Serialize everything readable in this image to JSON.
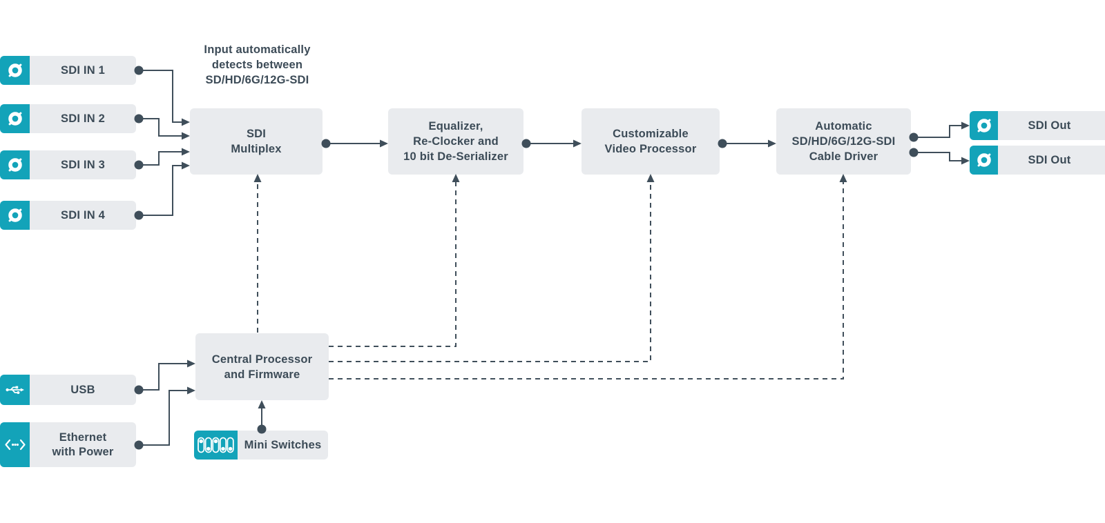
{
  "palette": {
    "accent_teal": "#13a3b9",
    "block_background": "#e9ebee",
    "wire_color": "#3f4e5a",
    "text_color": "#3c4b57",
    "canvas_background": "#ffffff"
  },
  "annotation": {
    "lines": [
      "Input automatically",
      "detects between",
      "SD/HD/6G/12G-SDI"
    ]
  },
  "inputs": [
    {
      "label": "SDI IN 1",
      "icon": "sdi-connector"
    },
    {
      "label": "SDI IN 2",
      "icon": "sdi-connector"
    },
    {
      "label": "SDI IN 3",
      "icon": "sdi-connector"
    },
    {
      "label": "SDI IN 4",
      "icon": "sdi-connector"
    }
  ],
  "blocks": {
    "sdi_multiplex": {
      "lines": [
        "SDI",
        "Multiplex"
      ]
    },
    "equalizer": {
      "lines": [
        "Equalizer,",
        "Re-Clocker and",
        "10 bit De-Serializer"
      ]
    },
    "video_processor": {
      "lines": [
        "Customizable",
        "Video Processor"
      ]
    },
    "cable_driver": {
      "lines": [
        "Automatic",
        "SD/HD/6G/12G-SDI",
        "Cable Driver"
      ]
    },
    "central_processor": {
      "lines": [
        "Central Processor",
        "and Firmware"
      ]
    }
  },
  "outputs": [
    {
      "label": "SDI Out",
      "icon": "sdi-connector"
    },
    {
      "label": "SDI Out",
      "icon": "sdi-connector"
    }
  ],
  "control_ports": {
    "usb": {
      "label": "USB",
      "icon": "usb"
    },
    "ethernet": {
      "lines": [
        "Ethernet",
        "with Power"
      ],
      "icon": "ethernet"
    },
    "mini_switches": {
      "label": "Mini Switches",
      "icon": "dip-switches"
    }
  }
}
